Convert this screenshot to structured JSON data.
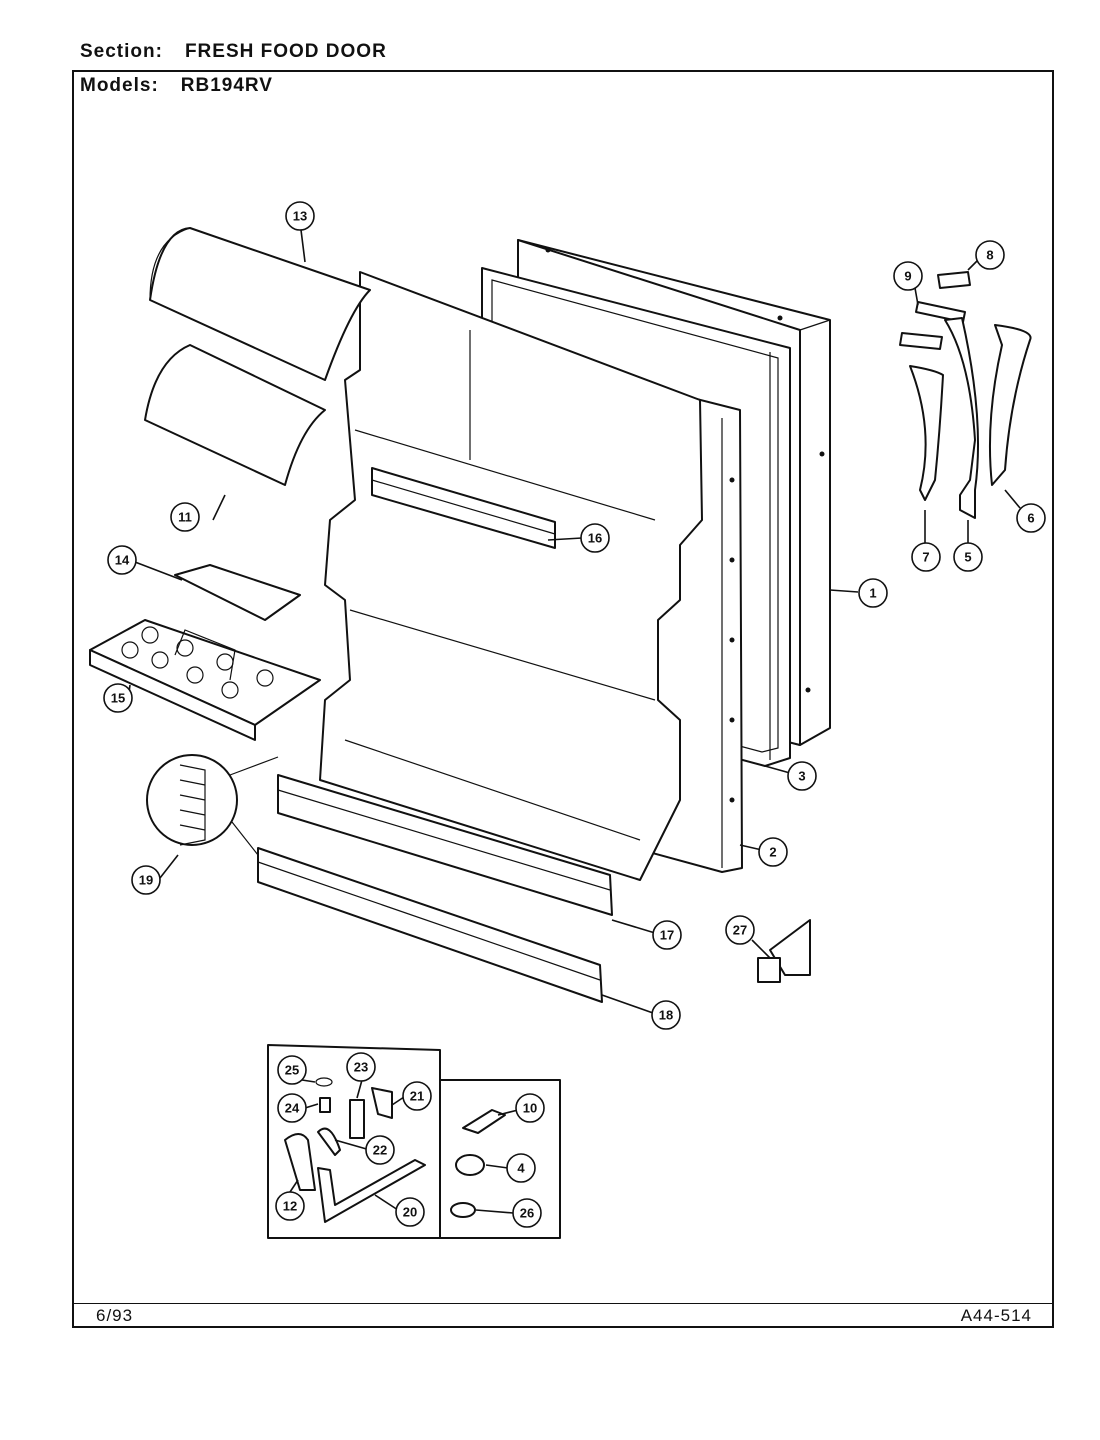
{
  "header": {
    "section_label": "Section:",
    "section_value": "FRESH FOOD DOOR",
    "models_label": "Models:",
    "models_value": "RB194RV"
  },
  "footer": {
    "date": "6/93",
    "doc_number": "A44-514"
  },
  "callouts": [
    "1",
    "2",
    "3",
    "4",
    "5",
    "6",
    "7",
    "8",
    "9",
    "10",
    "11",
    "12",
    "13",
    "14",
    "15",
    "16",
    "17",
    "18",
    "19",
    "20",
    "21",
    "22",
    "23",
    "24",
    "25",
    "26",
    "27"
  ]
}
